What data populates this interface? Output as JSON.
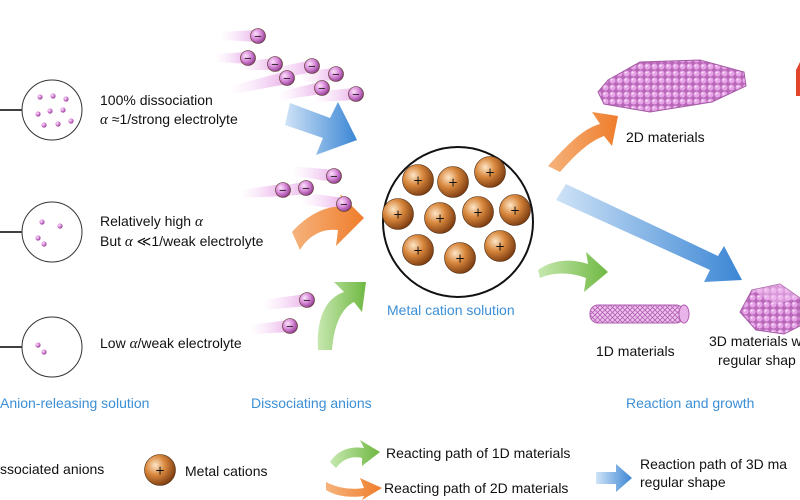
{
  "solutions": [
    {
      "line1": "100% dissociation",
      "line2_symbol": "α",
      "line2_rest": " ≈1/strong electrolyte"
    },
    {
      "line1_prefix": "Relatively high ",
      "line1_symbol": "α",
      "line2_prefix": "But ",
      "line2_symbol": "α",
      "line2_rest": " ≪1/weak electrolyte"
    },
    {
      "line1_prefix": "Low ",
      "line1_symbol": "α",
      "line1_rest": "/weak electrolyte"
    }
  ],
  "center_label": "Metal cation solution",
  "cation_symbol": "+",
  "anion_symbol": "−",
  "products": {
    "d2": "2D materials",
    "d1": "1D materials",
    "d3_line1": "3D materials w",
    "d3_line2": "regular shap"
  },
  "section_labels": {
    "anion_solution": "Anion-releasing solution",
    "dissociating": "Dissociating anions",
    "reaction": "Reaction and growth"
  },
  "legend": {
    "anions": "ssociated anions",
    "cations": "Metal cations",
    "path_1d": "Reacting path of 1D materials",
    "path_2d": "Reacting path of 2D materials",
    "path_3d_line1": "Reaction path of 3D ma",
    "path_3d_line2": "regular shape"
  },
  "colors": {
    "blue_label": "#3b8fd6",
    "orange": "#f0883a",
    "green": "#7cc24e",
    "blue_arrow": "#4a90d9",
    "anion": "#d77fd6",
    "cation": "#c8702a"
  }
}
